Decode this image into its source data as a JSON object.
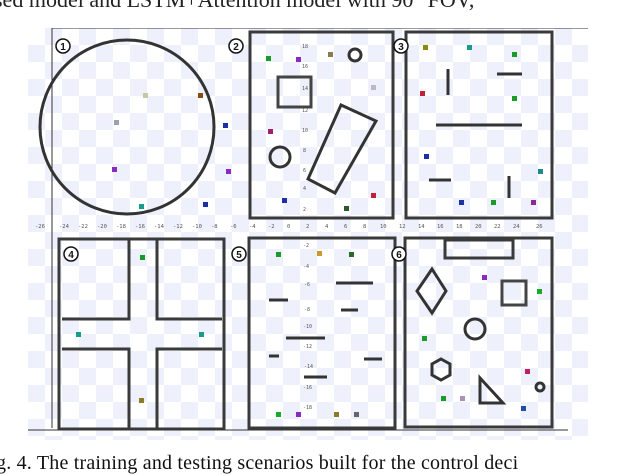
{
  "header": {
    "text": "sed model and LSTM+Attention model with 90° FOV,"
  },
  "figure": {
    "caption": "g. 4.    The training and testing scenarios built for the control deci",
    "panels": [
      {
        "id": 1,
        "label": "1",
        "shape": "circular arena"
      },
      {
        "id": 2,
        "label": "2",
        "shape": "rectangle with square, circles and tilted bar"
      },
      {
        "id": 3,
        "label": "3",
        "shape": "open room with wall segments"
      },
      {
        "id": 4,
        "label": "4",
        "shape": "cross-shaped corridor"
      },
      {
        "id": 5,
        "label": "5",
        "shape": "room with horizontal bars"
      },
      {
        "id": 6,
        "label": "6",
        "shape": "room with geometric obstacles"
      }
    ],
    "x_axis_ticks": [
      "-26",
      "-24",
      "-22",
      "-20",
      "-18",
      "-16",
      "-14",
      "-12",
      "-10",
      "-8",
      "-6",
      "-4",
      "-2",
      "0",
      "2",
      "4",
      "6",
      "8",
      "10",
      "12",
      "14",
      "16",
      "18",
      "20",
      "22",
      "24",
      "26"
    ],
    "panel2_y_ticks": [
      "18",
      "16",
      "14",
      "12",
      "10",
      "8",
      "6",
      "4",
      "2"
    ],
    "panel5_y_ticks": [
      "-2",
      "-4",
      "-6",
      "-8",
      "-10",
      "-12",
      "-14",
      "-16",
      "-18"
    ],
    "colors": {
      "wall": "#3a3a3a",
      "checker": "#eef0fb",
      "goal_green": "#1a9a2a",
      "goal_purple": "#8a2bc0",
      "goal_blue": "#1b2fa8",
      "goal_teal": "#1a9a8a",
      "goal_red": "#c0203a",
      "goal_olive": "#8a7a2a"
    }
  }
}
